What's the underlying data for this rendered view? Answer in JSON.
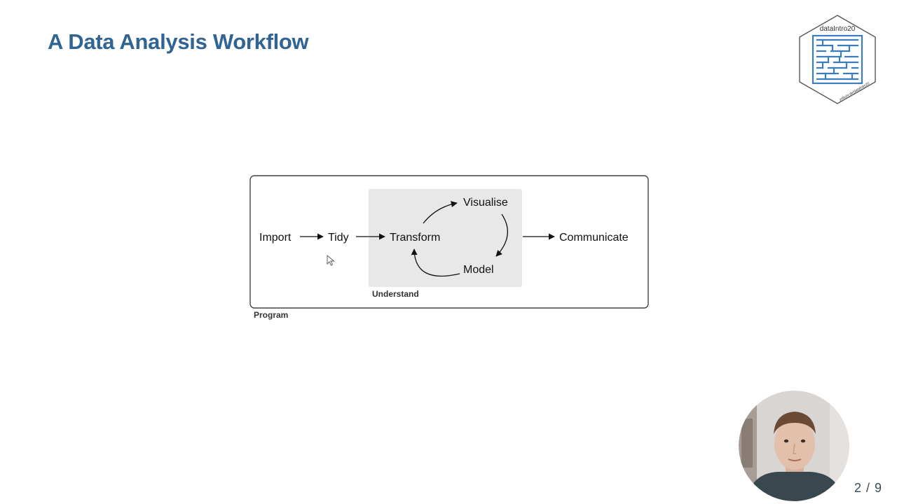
{
  "slide": {
    "title": "A Data Analysis Workflow",
    "page": "2 / 9"
  },
  "logo": {
    "label": "dataIntro20",
    "url_text": "jmbuhr.de/dataIntro20",
    "colors": {
      "maze": "#3b7dbf",
      "border": "#555555"
    }
  },
  "diagram": {
    "nodes": {
      "import": "Import",
      "tidy": "Tidy",
      "transform": "Transform",
      "visualise": "Visualise",
      "model": "Model",
      "communicate": "Communicate"
    },
    "groups": {
      "understand": "Understand",
      "program": "Program"
    },
    "colors": {
      "understand_fill": "#e8e8e8",
      "frame": "#444444"
    }
  },
  "icons": {
    "cursor": "arrow-cursor-icon"
  },
  "colors": {
    "title": "#2f6494",
    "background": "#ffffff"
  }
}
